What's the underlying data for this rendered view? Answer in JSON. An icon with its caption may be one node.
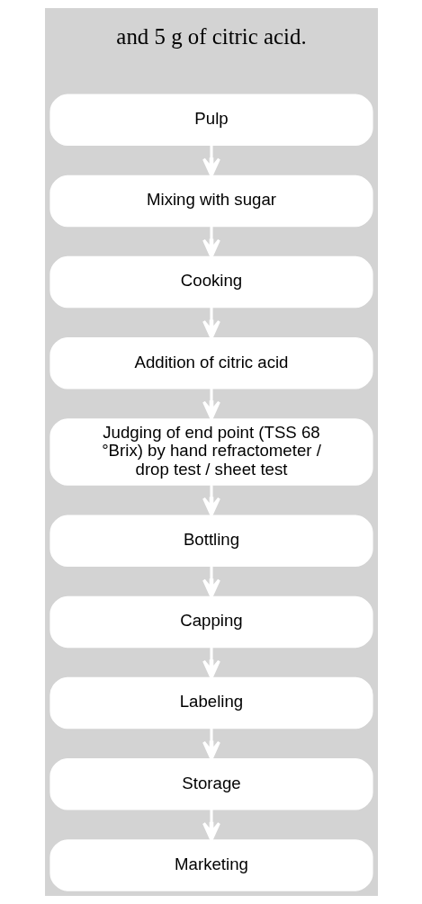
{
  "diagram": {
    "nodes": [
      {
        "text": [
          "Pulp"
        ]
      },
      {
        "text": [
          "Mixing with sugar"
        ]
      },
      {
        "text": [
          "Cooking"
        ]
      },
      {
        "text": [
          "Addition of citric acid"
        ]
      },
      {
        "text": [
          "Judging of end point (TSS 68 °Brix) by hand refractometer / drop test / sheet test"
        ]
      },
      {
        "text": [
          "Bottling"
        ]
      },
      {
        "text": [
          "Capping"
        ]
      },
      {
        "text": [
          "Labeling"
        ]
      },
      {
        "text": [
          "Storage"
        ]
      },
      {
        "text": [
          "Marketing"
        ]
      }
    ],
    "edges": [
      {
        "from": 0,
        "to": 1,
        "arrow": "to"
      },
      {
        "from": 1,
        "to": 2,
        "arrow": "to"
      },
      {
        "from": 2,
        "to": 3,
        "arrow": "to"
      },
      {
        "from": 3,
        "to": 4,
        "arrow": "to"
      },
      {
        "from": 4,
        "to": 5,
        "arrow": "to"
      },
      {
        "from": 5,
        "to": 6,
        "arrow": "to"
      },
      {
        "from": 6,
        "to": 7,
        "arrow": "to"
      },
      {
        "from": 7,
        "to": 8,
        "arrow": "to"
      },
      {
        "from": 8,
        "to": 9,
        "arrow": "to"
      }
    ],
    "labels": [
      "and 5 g of citric acid."
    ]
  }
}
